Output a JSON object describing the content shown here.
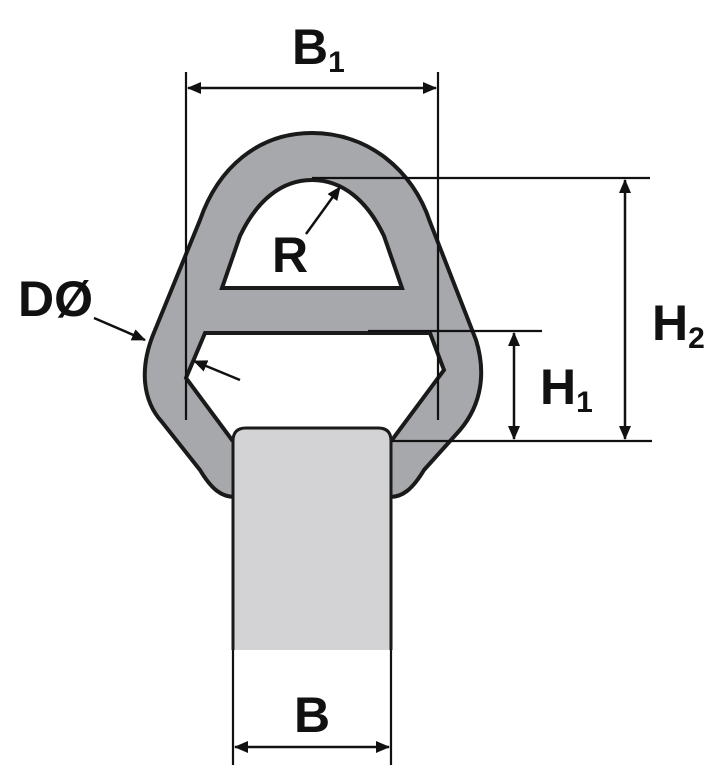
{
  "labels": {
    "b1_main": "B",
    "b1_sub": "1",
    "r": "R",
    "d": "DØ",
    "h2_main": "H",
    "h2_sub": "2",
    "h1_main": "H",
    "h1_sub": "1",
    "b": "B"
  },
  "colors": {
    "ring_fill": "#a7a8ab",
    "ring_stroke": "#1a1a1a",
    "strap_fill": "#dcdcde",
    "strap_top": "#cfcfd2",
    "line": "#111111"
  }
}
